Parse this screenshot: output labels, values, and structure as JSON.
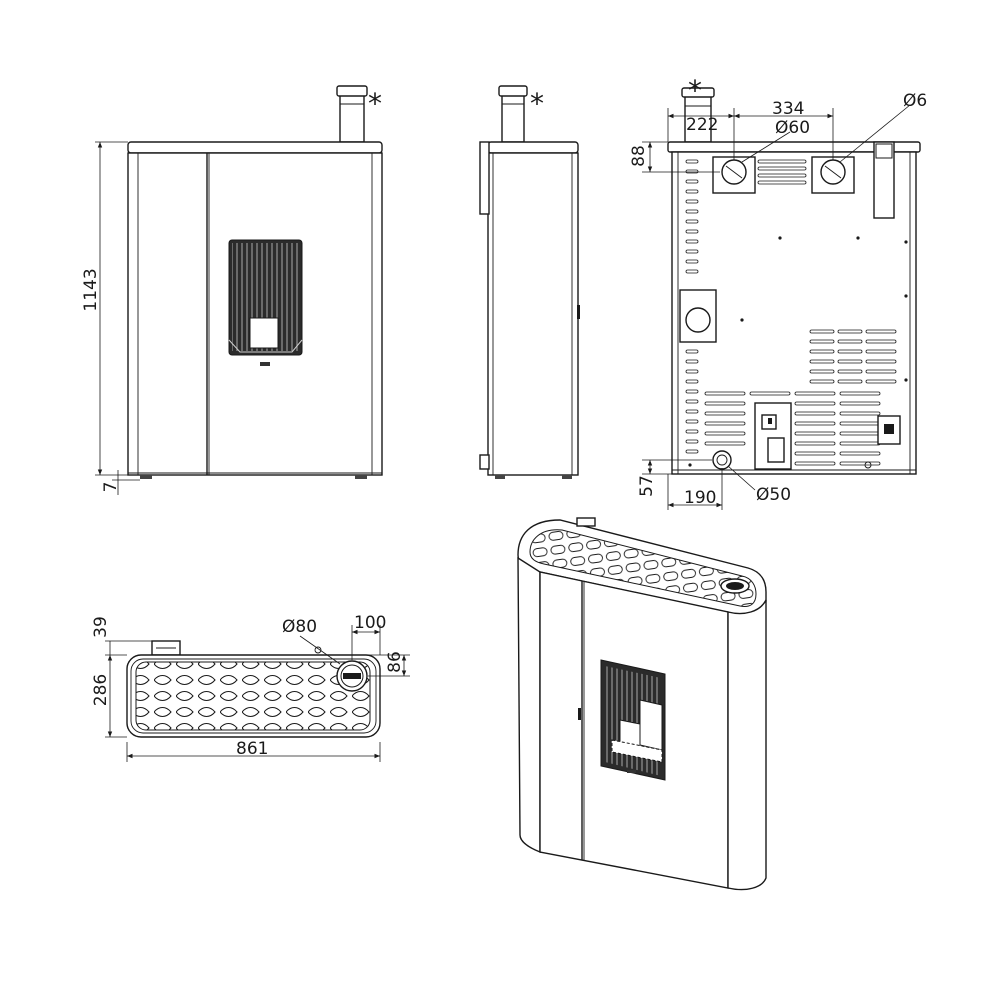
{
  "front_view": {
    "height_label": "1143",
    "foot_label": "7",
    "asterisk": "*"
  },
  "side_view": {
    "asterisk": "*"
  },
  "rear_view": {
    "offset_label": "222",
    "spacing_label": "334",
    "top_label": "88",
    "pipe_left_label": "Ø60",
    "pipe_right_label": "Ø6",
    "asterisk": "*",
    "bottom_label": "57",
    "drain_x_label": "190",
    "drain_label": "Ø50"
  },
  "top_view": {
    "depth_offset_label": "39",
    "flue_label": "Ø80",
    "flue_x_label": "100",
    "flue_y_label": "86",
    "depth_label": "286",
    "width_label": "861"
  }
}
